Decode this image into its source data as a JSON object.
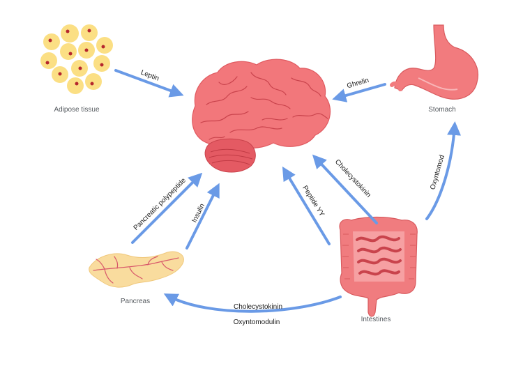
{
  "organs": {
    "adipose": "Adipose tissue",
    "stomach": "Stomach",
    "pancreas": "Pancreas",
    "intestines": "Intestines"
  },
  "hormones": {
    "leptin": "Leptin",
    "ghrelin": "Ghrelin",
    "cholecystokinin_to_brain": "Cholecystokinin",
    "peptide_yy": "Peptide YY",
    "insulin": "Insulin",
    "pancreatic_polypeptide": "Pancreatic polypeptide",
    "oxyntomod": "Oxyntomod",
    "cholecystokinin_to_pancreas": "Cholecystokinin",
    "oxyntomodulin": "Oxyntomodulin"
  },
  "colors": {
    "arrow": "#6a9ae6",
    "brain": "#f2777b",
    "brain_outline": "#d9474f",
    "stomach": "#f27b7e",
    "intestine": "#f07c7f",
    "pancreas": "#f9dc9e",
    "fat_cell": "#fbdf84",
    "fat_nucleus": "#b5262d"
  }
}
